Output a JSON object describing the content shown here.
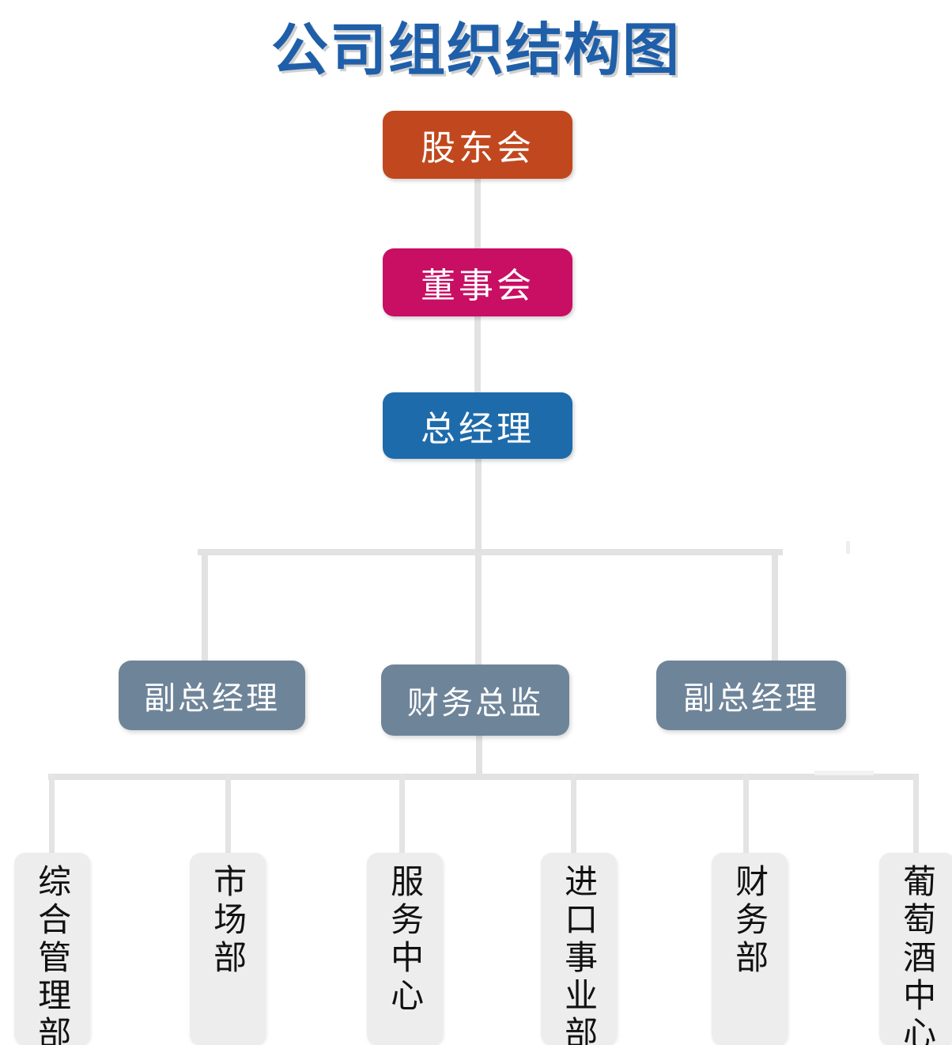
{
  "title": "公司组织结构图",
  "theme": {
    "title_color": "#1F5FA9",
    "shareholders_color": "#C1481E",
    "board_color": "#C80F64",
    "gm_color": "#1E6BAB",
    "executive_color": "#6E8499",
    "department_color": "#EDEDED",
    "connector_color": "#E2E2E2",
    "background": "#FFFFFF"
  },
  "nodes": {
    "shareholders": "股东会",
    "board": "董事会",
    "general_manager": "总经理",
    "executives": [
      "副总经理",
      "财务总监",
      "副总经理"
    ],
    "departments": [
      "综合管理部",
      "市场部",
      "服务中心",
      "进口事业部",
      "财务部",
      "葡萄酒中心"
    ]
  }
}
